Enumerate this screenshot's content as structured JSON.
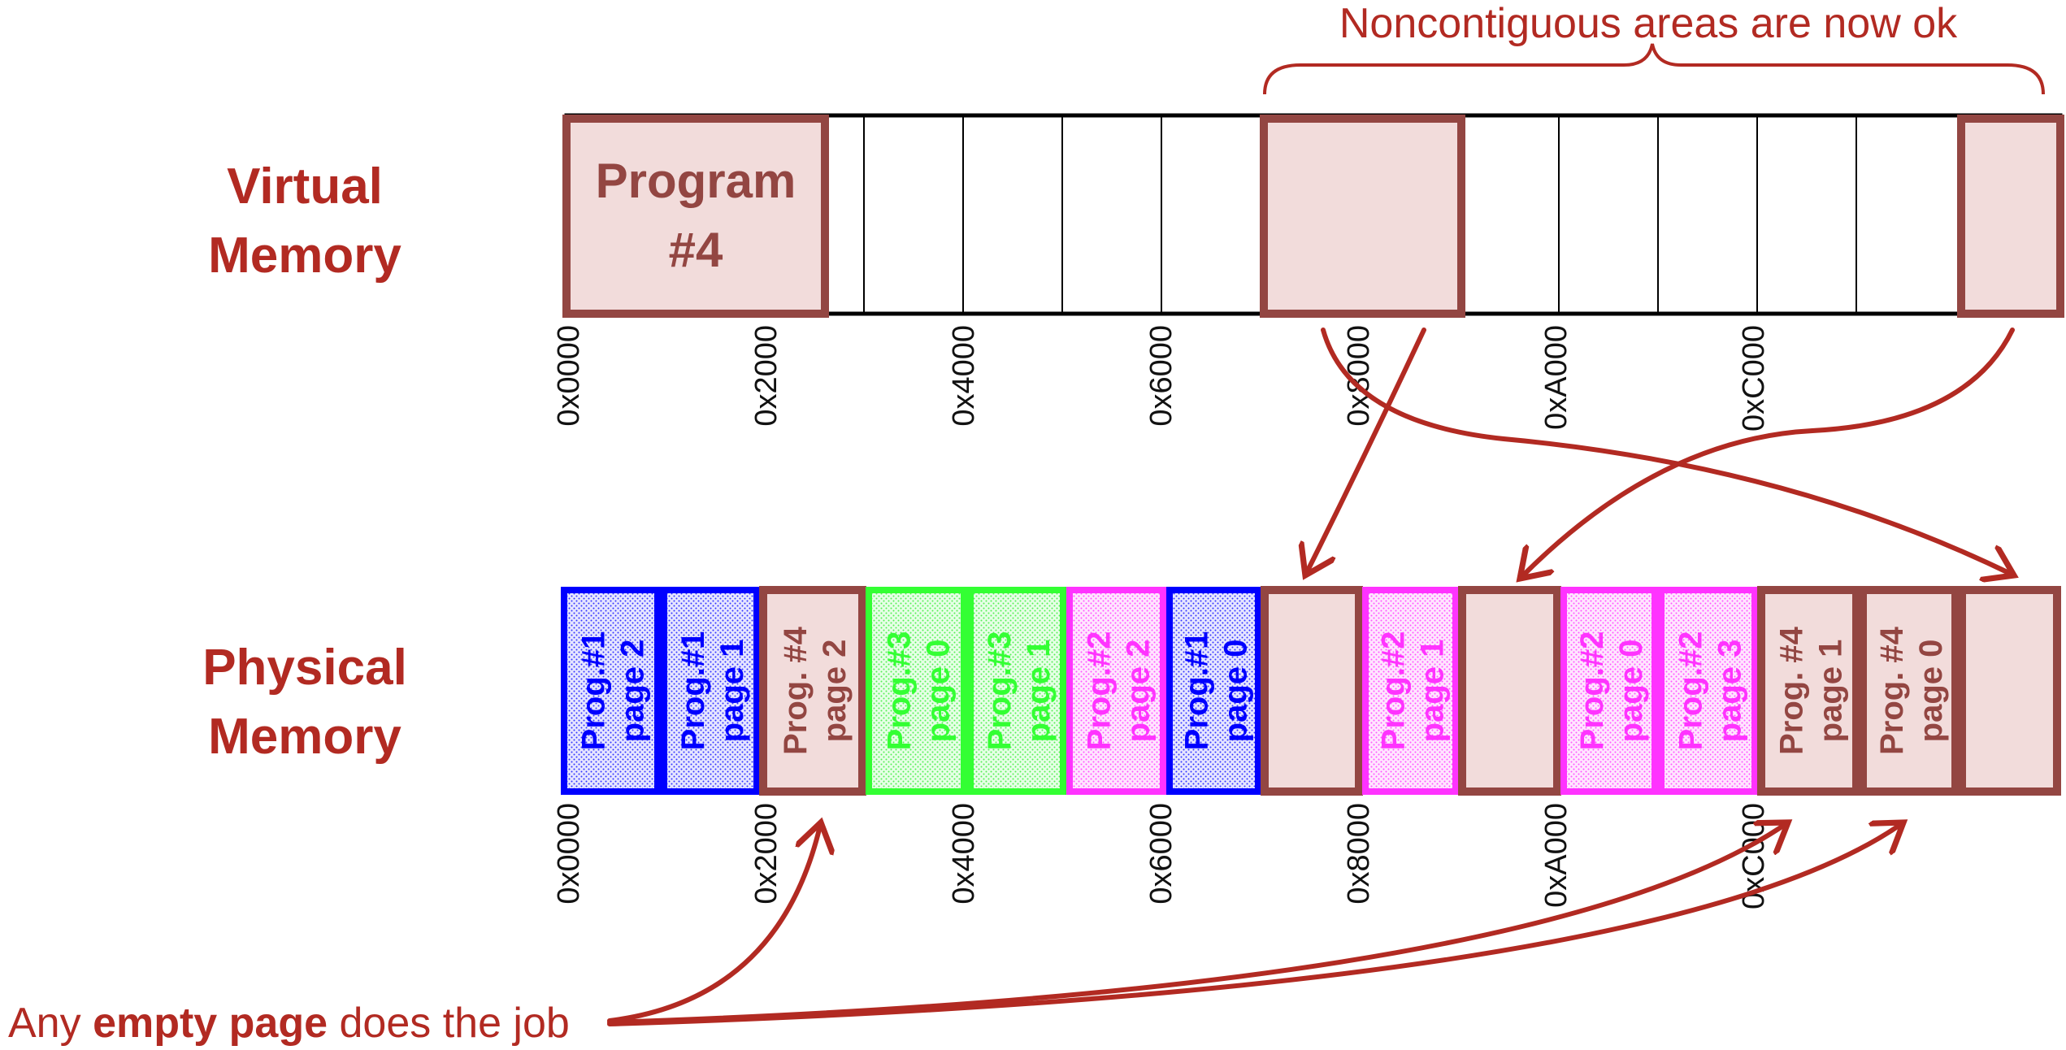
{
  "labels": {
    "virtual_line1": "Virtual",
    "virtual_line2": "Memory",
    "physical_line1": "Physical",
    "physical_line2": "Memory",
    "noncontiguous": "Noncontiguous areas are now ok",
    "empty_page_prefix": "Any ",
    "empty_page_bold": "empty page",
    "empty_page_suffix": " does the job"
  },
  "virtual_memory": {
    "program_label_line1": "Program",
    "program_label_line2": "#4",
    "addresses": [
      "0x0000",
      "0x2000",
      "0x4000",
      "0x6000",
      "0x8000",
      "0xA000",
      "0xC000"
    ]
  },
  "physical_memory": {
    "addresses": [
      "0x0000",
      "0x2000",
      "0x4000",
      "0x6000",
      "0x8000",
      "0xA000",
      "0xC000"
    ],
    "frames": [
      {
        "line1": "Prog.#1",
        "line2": "page 2",
        "owner": "prog1"
      },
      {
        "line1": "Prog.#1",
        "line2": "page 1",
        "owner": "prog1"
      },
      {
        "line1": "Prog. #4",
        "line2": "page 2",
        "owner": "prog4"
      },
      {
        "line1": "Prog.#3",
        "line2": "page 0",
        "owner": "prog3"
      },
      {
        "line1": "Prog.#3",
        "line2": "page 1",
        "owner": "prog3"
      },
      {
        "line1": "Prog.#2",
        "line2": "page 2",
        "owner": "prog2"
      },
      {
        "line1": "Prog.#1",
        "line2": "page 0",
        "owner": "prog1"
      },
      {
        "line1": "",
        "line2": "",
        "owner": "prog4"
      },
      {
        "line1": "Prog.#2",
        "line2": "page 1",
        "owner": "prog2"
      },
      {
        "line1": "",
        "line2": "",
        "owner": "prog4"
      },
      {
        "line1": "Prog.#2",
        "line2": "page 0",
        "owner": "prog2"
      },
      {
        "line1": "Prog.#2",
        "line2": "page 3",
        "owner": "prog2"
      },
      {
        "line1": "Prog. #4",
        "line2": "page 1",
        "owner": "prog4"
      },
      {
        "line1": "Prog. #4",
        "line2": "page 0",
        "owner": "prog4"
      },
      {
        "line1": "",
        "line2": "",
        "owner": "prog4"
      }
    ]
  },
  "colors": {
    "accent": "#b22a22",
    "prog4_stroke": "#934642",
    "prog4_fill": "#f2dcdb",
    "prog1": "#0000ff",
    "prog2": "#ff33ff",
    "prog3": "#33ff33"
  }
}
